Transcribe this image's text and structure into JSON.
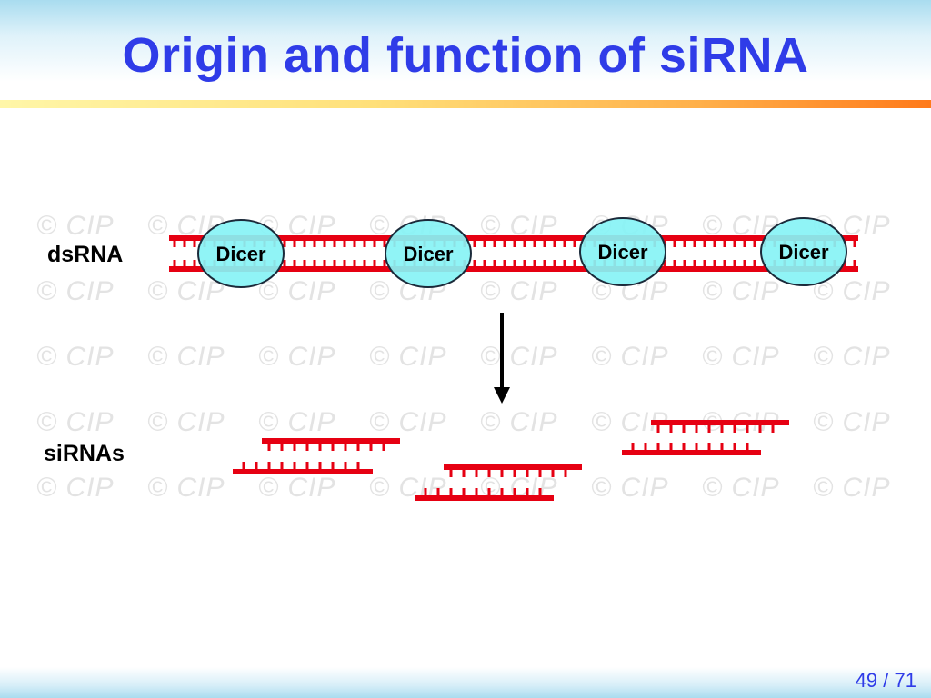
{
  "slide": {
    "title": "Origin and function of siRNA",
    "page_current": "49",
    "page_total": "71",
    "page_separator": " / "
  },
  "diagram": {
    "dsrna_label": "dsRNA",
    "sirnas_label": "siRNAs",
    "enzyme_label": "Dicer",
    "enzyme_count": 4,
    "sirna_fragment_count": 3,
    "watermark": "© CIP",
    "colors": {
      "rna_strand": "#e60012",
      "dicer_fill": "#87f3f5",
      "dicer_outline": "#1b2a3a",
      "arrow": "#000000",
      "title": "#2f3ce8"
    }
  }
}
